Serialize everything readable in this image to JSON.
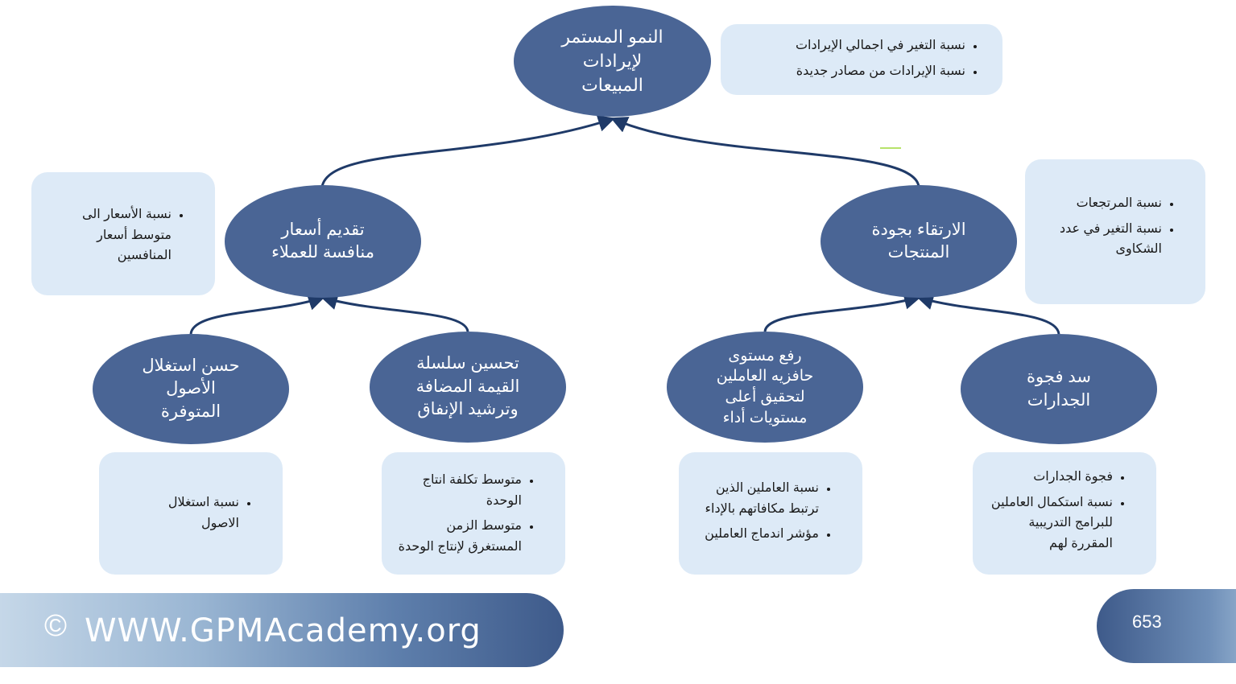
{
  "colors": {
    "node_fill": "#4a6595",
    "kpi_fill": "#ddeaf7",
    "connector": "#1f3a68"
  },
  "root": {
    "label": "النمو المستمر\nلإيرادات\nالمبيعات",
    "kpis": [
      "نسبة التغير في اجمالي الإيرادات",
      "نسبة الإيرادات من مصادر جديدة"
    ]
  },
  "branch_right": {
    "label": "الارتقاء بجودة\nالمنتجات",
    "kpis": [
      "نسبة المرتجعات",
      "نسبة التغير في عدد\nالشكاوى"
    ]
  },
  "branch_left": {
    "label": "تقديم أسعار\nمنافسة للعملاء",
    "kpis": [
      "نسبة الأسعار الى\nمتوسط أسعار\nالمنافسين"
    ]
  },
  "leaf_gaps": {
    "label": "سد فجوة\nالجدارات",
    "kpis": [
      "فجوة الجدارات",
      "نسبة استكمال العاملين\nللبرامج التدريبية\nالمقررة لهم"
    ]
  },
  "leaf_motivation": {
    "label": "رفع مستوى\nحافزيه العاملين\nلتحقيق أعلى\nمستويات أداء",
    "kpis": [
      "نسبة العاملين الذين\nترتبط مكافاتهم بالإداء",
      "مؤشر اندماج العاملين"
    ]
  },
  "leaf_value_chain": {
    "label": "تحسين سلسلة\nالقيمة المضافة\nوترشيد الإنفاق",
    "kpis": [
      "متوسط تكلفة انتاج\nالوحدة",
      "متوسط الزمن\nالمستغرق لإنتاج الوحدة"
    ]
  },
  "leaf_assets": {
    "label": "حسن استغلال\nالأصول\nالمتوفرة",
    "kpis": [
      "نسبة استغلال\nالاصول"
    ]
  },
  "footer": {
    "copyright_icon": "©",
    "website": "WWW.GPMAcademy.org",
    "page_number": "653"
  }
}
